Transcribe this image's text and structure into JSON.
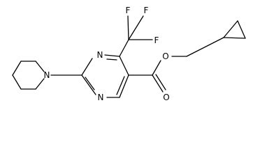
{
  "structure": {
    "atoms": {
      "ring_n3": "N",
      "ring_n1": "N",
      "piperidine_n": "N",
      "f_top_left": "F",
      "f_top_right": "F",
      "f_right": "F",
      "ester_o_single": "O",
      "carbonyl_o": "O"
    }
  },
  "colors": {
    "ink": "#000000",
    "background": "#ffffff"
  }
}
